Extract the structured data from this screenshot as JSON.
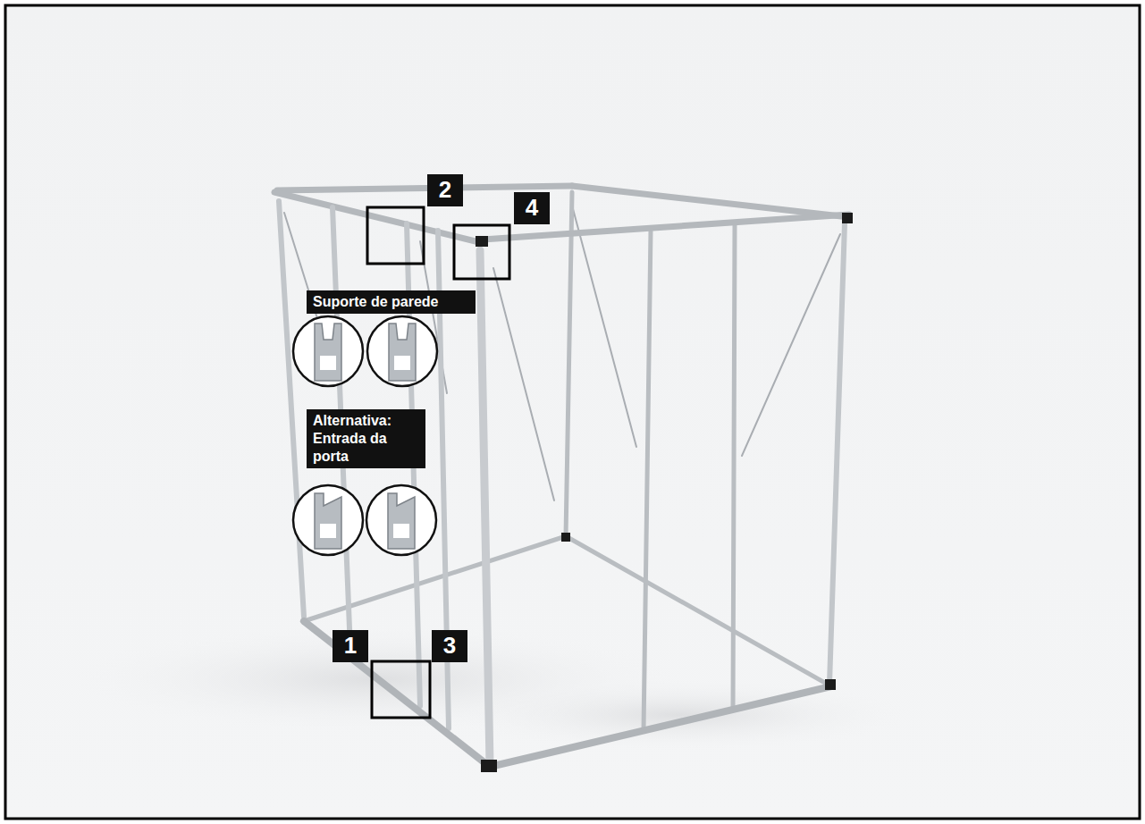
{
  "diagram": {
    "labels": [
      "2",
      "4",
      "Suporte de parede",
      "Alternativa: Entrada da porta",
      "1",
      "3"
    ]
  }
}
